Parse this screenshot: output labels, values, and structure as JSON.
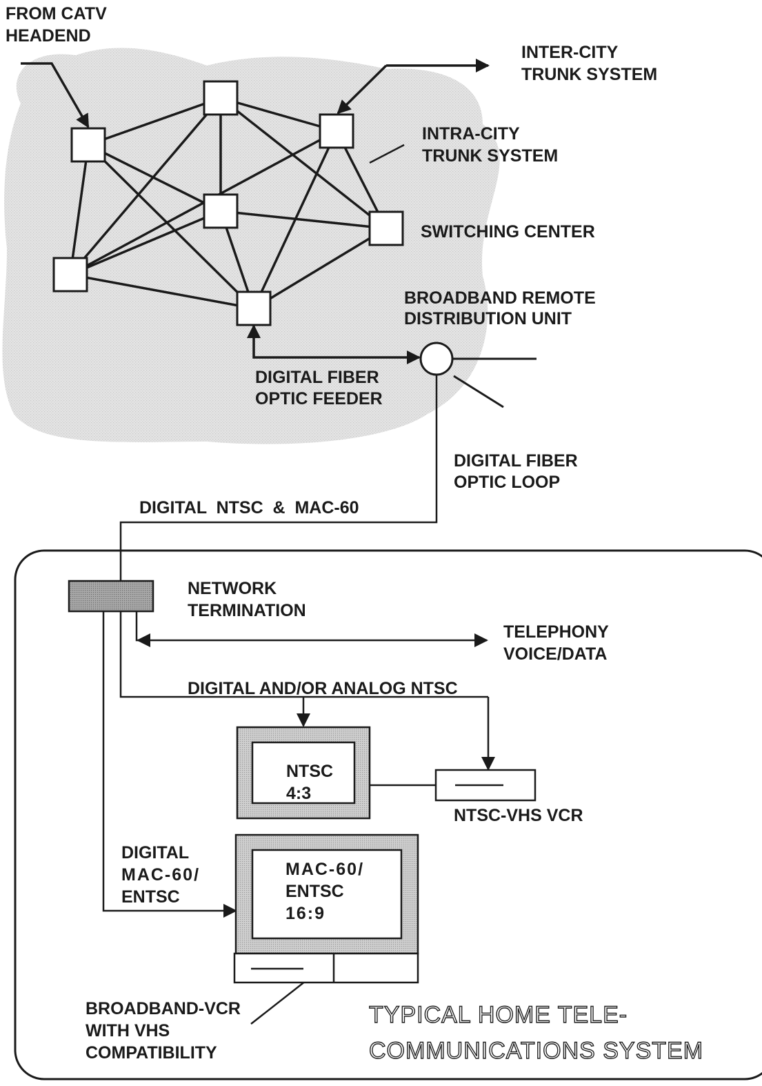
{
  "labels": {
    "headend": [
      "FROM CATV",
      "HEADEND"
    ],
    "intercity": [
      "INTER-CITY",
      "TRUNK SYSTEM"
    ],
    "intracity": [
      "INTRA-CITY",
      "TRUNK SYSTEM"
    ],
    "switching": "SWITCHING CENTER",
    "remote": [
      "BROADBAND REMOTE",
      "DISTRIBUTION UNIT"
    ],
    "feeder": [
      "DIGITAL FIBER",
      "OPTIC FEEDER"
    ],
    "loop": [
      "DIGITAL FIBER",
      "OPTIC LOOP"
    ],
    "ntsc_mac": "DIGITAL  NTSC  &  MAC-60",
    "network_termination": [
      "NETWORK",
      "TERMINATION"
    ],
    "telephony": [
      "TELEPHONY",
      "VOICE/DATA"
    ],
    "digital_analog": "DIGITAL AND/OR ANALOG NTSC",
    "tv1": [
      "NTSC",
      "4:3"
    ],
    "vcr1": "NTSC-VHS VCR",
    "digital_mac": [
      "DIGITAL",
      "MAC-60/",
      "ENTSC"
    ],
    "tv2": [
      "MAC-60/",
      "ENTSC",
      "16:9"
    ],
    "vcr2": [
      "BROADBAND-VCR",
      "WITH VHS",
      "COMPATIBILITY"
    ],
    "caption": [
      "TYPICAL HOME TELE-",
      "COMMUNICATIONS SYSTEM"
    ]
  }
}
